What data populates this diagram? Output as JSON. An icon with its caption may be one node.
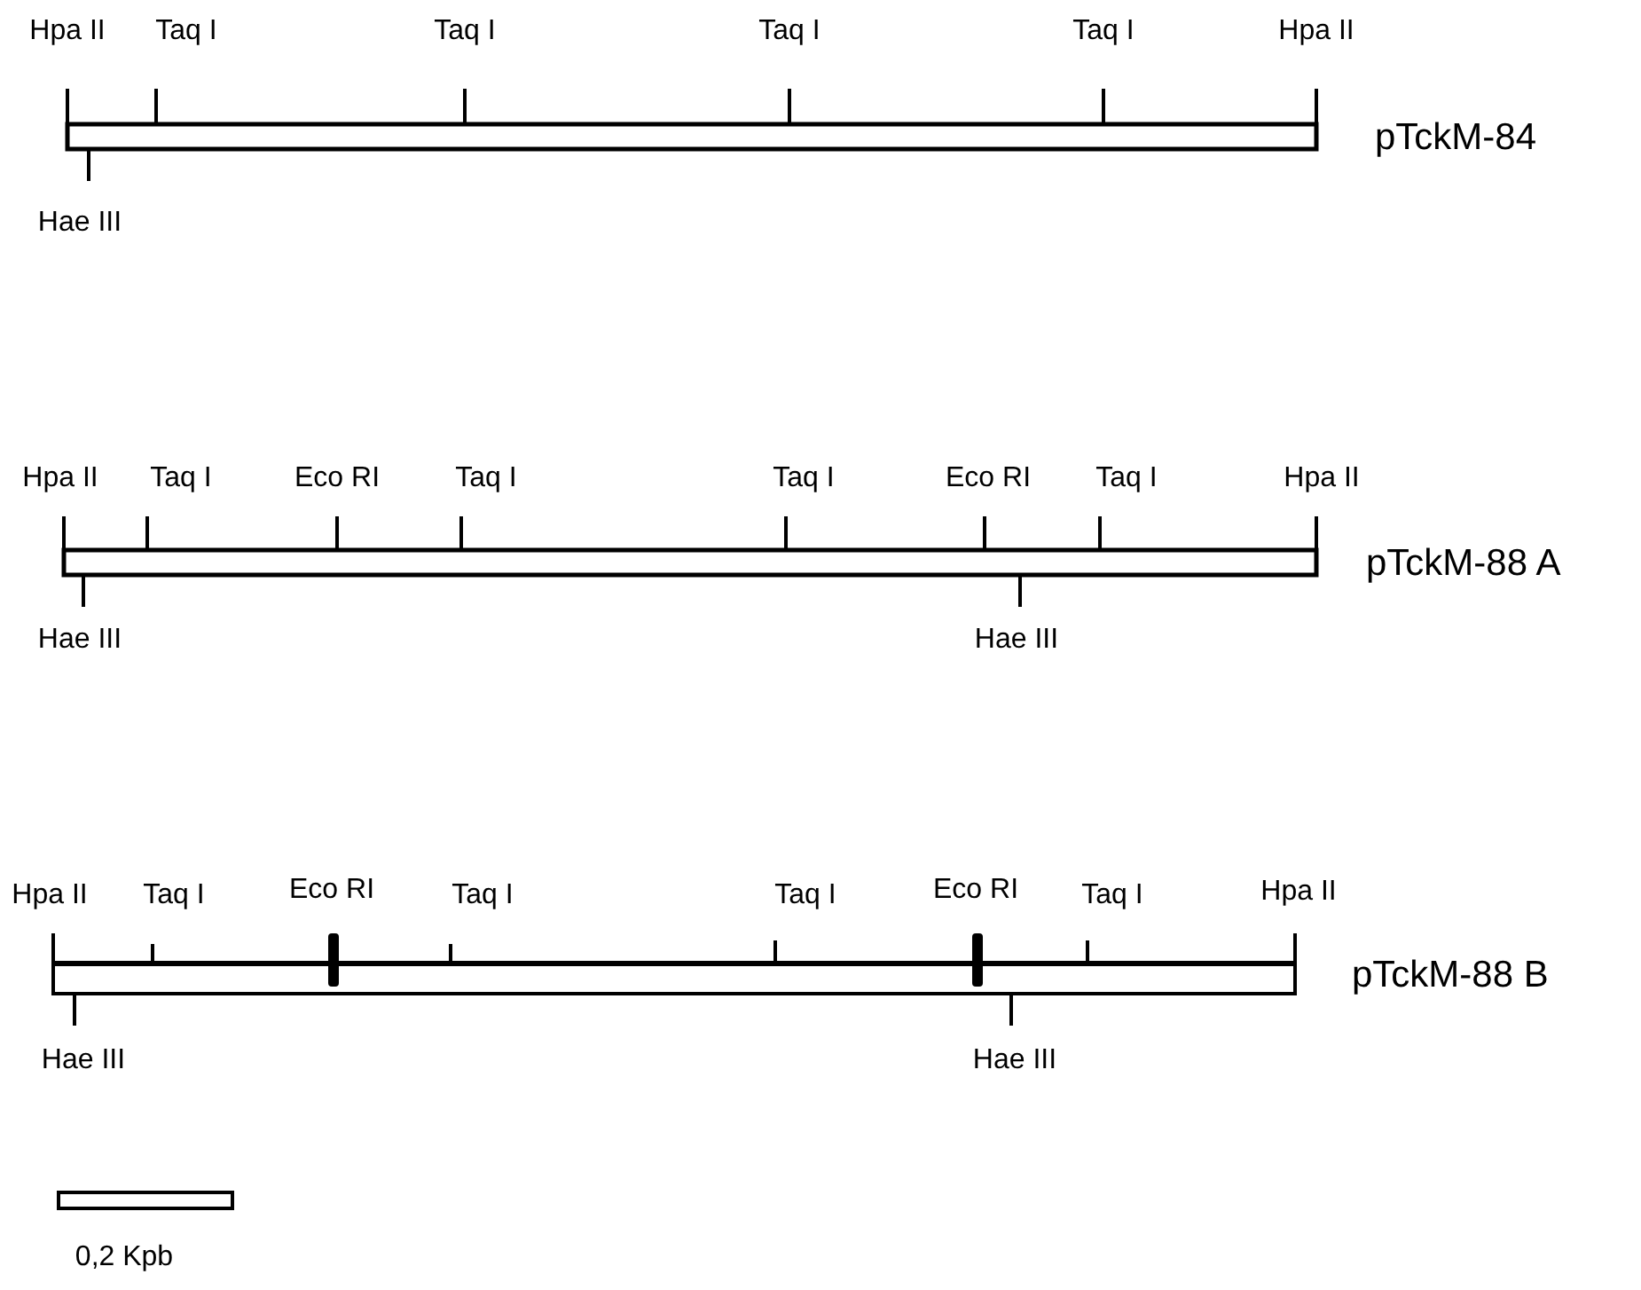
{
  "diagram": {
    "nodes": [
      {
        "text": [],
        "shape": "bar",
        "beside": [
          "pTckM-84"
        ]
      },
      {
        "text": [],
        "shape": "bar",
        "beside": [
          "pTckM-88 A"
        ]
      },
      {
        "text": [],
        "shape": "bar",
        "beside": [
          "pTckM-88 B"
        ]
      }
    ],
    "labels": [
      "Hpa II",
      "Taq I",
      "Taq I",
      "Taq I",
      "Taq I",
      "Hpa II",
      "Hae III",
      "Hpa II",
      "Taq I",
      "Eco RI",
      "Taq I",
      "Taq I",
      "Eco RI",
      "Taq I",
      "Hpa II",
      "Hae III",
      "Hae III",
      "Hpa II",
      "Taq I",
      "Eco RI",
      "Taq I",
      "Taq I",
      "Eco RI",
      "Taq I",
      "Hpa II",
      "Hae III",
      "Hae III",
      "0,2 Kpb"
    ]
  }
}
